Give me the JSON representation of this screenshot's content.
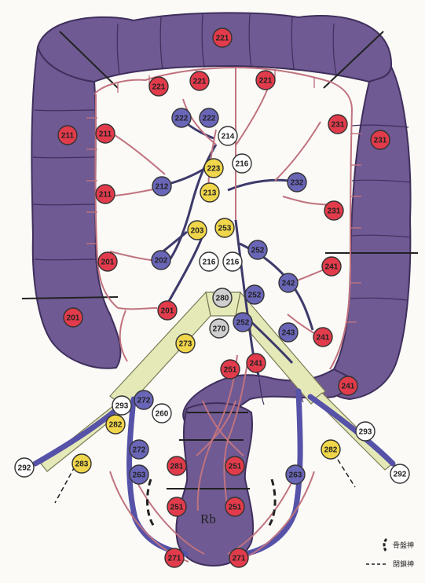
{
  "diagram": {
    "rectum_label": "Rb",
    "legend": {
      "row1": "骨盤神",
      "row2": "閉鎖神"
    },
    "colors": {
      "colon": "#6f5a93",
      "colon_edge": "#3f2f5c",
      "vessel": "#a8505f",
      "node_red": "#e23b4b",
      "node_blue": "#6966b8",
      "node_yellow": "#f0d64a",
      "node_white": "#ffffff",
      "node_gray": "#cfcfcf",
      "aorta": "#e5e9b8"
    },
    "nodes": [
      {
        "label": "221",
        "color": "red"
      },
      {
        "label": "221",
        "color": "red"
      },
      {
        "label": "221",
        "color": "red"
      },
      {
        "label": "221",
        "color": "red"
      },
      {
        "label": "222",
        "color": "blue"
      },
      {
        "label": "222",
        "color": "blue"
      },
      {
        "label": "214",
        "color": "white"
      },
      {
        "label": "216",
        "color": "white"
      },
      {
        "label": "223",
        "color": "yellow"
      },
      {
        "label": "213",
        "color": "yellow"
      },
      {
        "label": "203",
        "color": "yellow"
      },
      {
        "label": "253",
        "color": "yellow"
      },
      {
        "label": "212",
        "color": "blue"
      },
      {
        "label": "211",
        "color": "red"
      },
      {
        "label": "211",
        "color": "red"
      },
      {
        "label": "211",
        "color": "red"
      },
      {
        "label": "231",
        "color": "red"
      },
      {
        "label": "231",
        "color": "red"
      },
      {
        "label": "232",
        "color": "blue"
      },
      {
        "label": "231",
        "color": "red"
      },
      {
        "label": "201",
        "color": "red"
      },
      {
        "label": "202",
        "color": "blue"
      },
      {
        "label": "216",
        "color": "white"
      },
      {
        "label": "216",
        "color": "white"
      },
      {
        "label": "252",
        "color": "blue"
      },
      {
        "label": "242",
        "color": "blue"
      },
      {
        "label": "241",
        "color": "red"
      },
      {
        "label": "201",
        "color": "red"
      },
      {
        "label": "201",
        "color": "red"
      },
      {
        "label": "280",
        "color": "gray"
      },
      {
        "label": "252",
        "color": "blue"
      },
      {
        "label": "252",
        "color": "blue"
      },
      {
        "label": "270",
        "color": "gray"
      },
      {
        "label": "243",
        "color": "blue"
      },
      {
        "label": "241",
        "color": "red"
      },
      {
        "label": "273",
        "color": "yellow"
      },
      {
        "label": "251",
        "color": "red"
      },
      {
        "label": "241",
        "color": "red"
      },
      {
        "label": "241",
        "color": "red"
      },
      {
        "label": "293",
        "color": "white"
      },
      {
        "label": "272",
        "color": "blue"
      },
      {
        "label": "260",
        "color": "white"
      },
      {
        "label": "282",
        "color": "yellow"
      },
      {
        "label": "272",
        "color": "blue"
      },
      {
        "label": "283",
        "color": "yellow"
      },
      {
        "label": "292",
        "color": "white"
      },
      {
        "label": "263",
        "color": "blue"
      },
      {
        "label": "281",
        "color": "red"
      },
      {
        "label": "251",
        "color": "red"
      },
      {
        "label": "263",
        "color": "blue"
      },
      {
        "label": "282",
        "color": "yellow"
      },
      {
        "label": "293",
        "color": "white"
      },
      {
        "label": "292",
        "color": "white"
      },
      {
        "label": "251",
        "color": "red"
      },
      {
        "label": "251",
        "color": "red"
      },
      {
        "label": "271",
        "color": "red"
      },
      {
        "label": "271",
        "color": "red"
      }
    ]
  }
}
